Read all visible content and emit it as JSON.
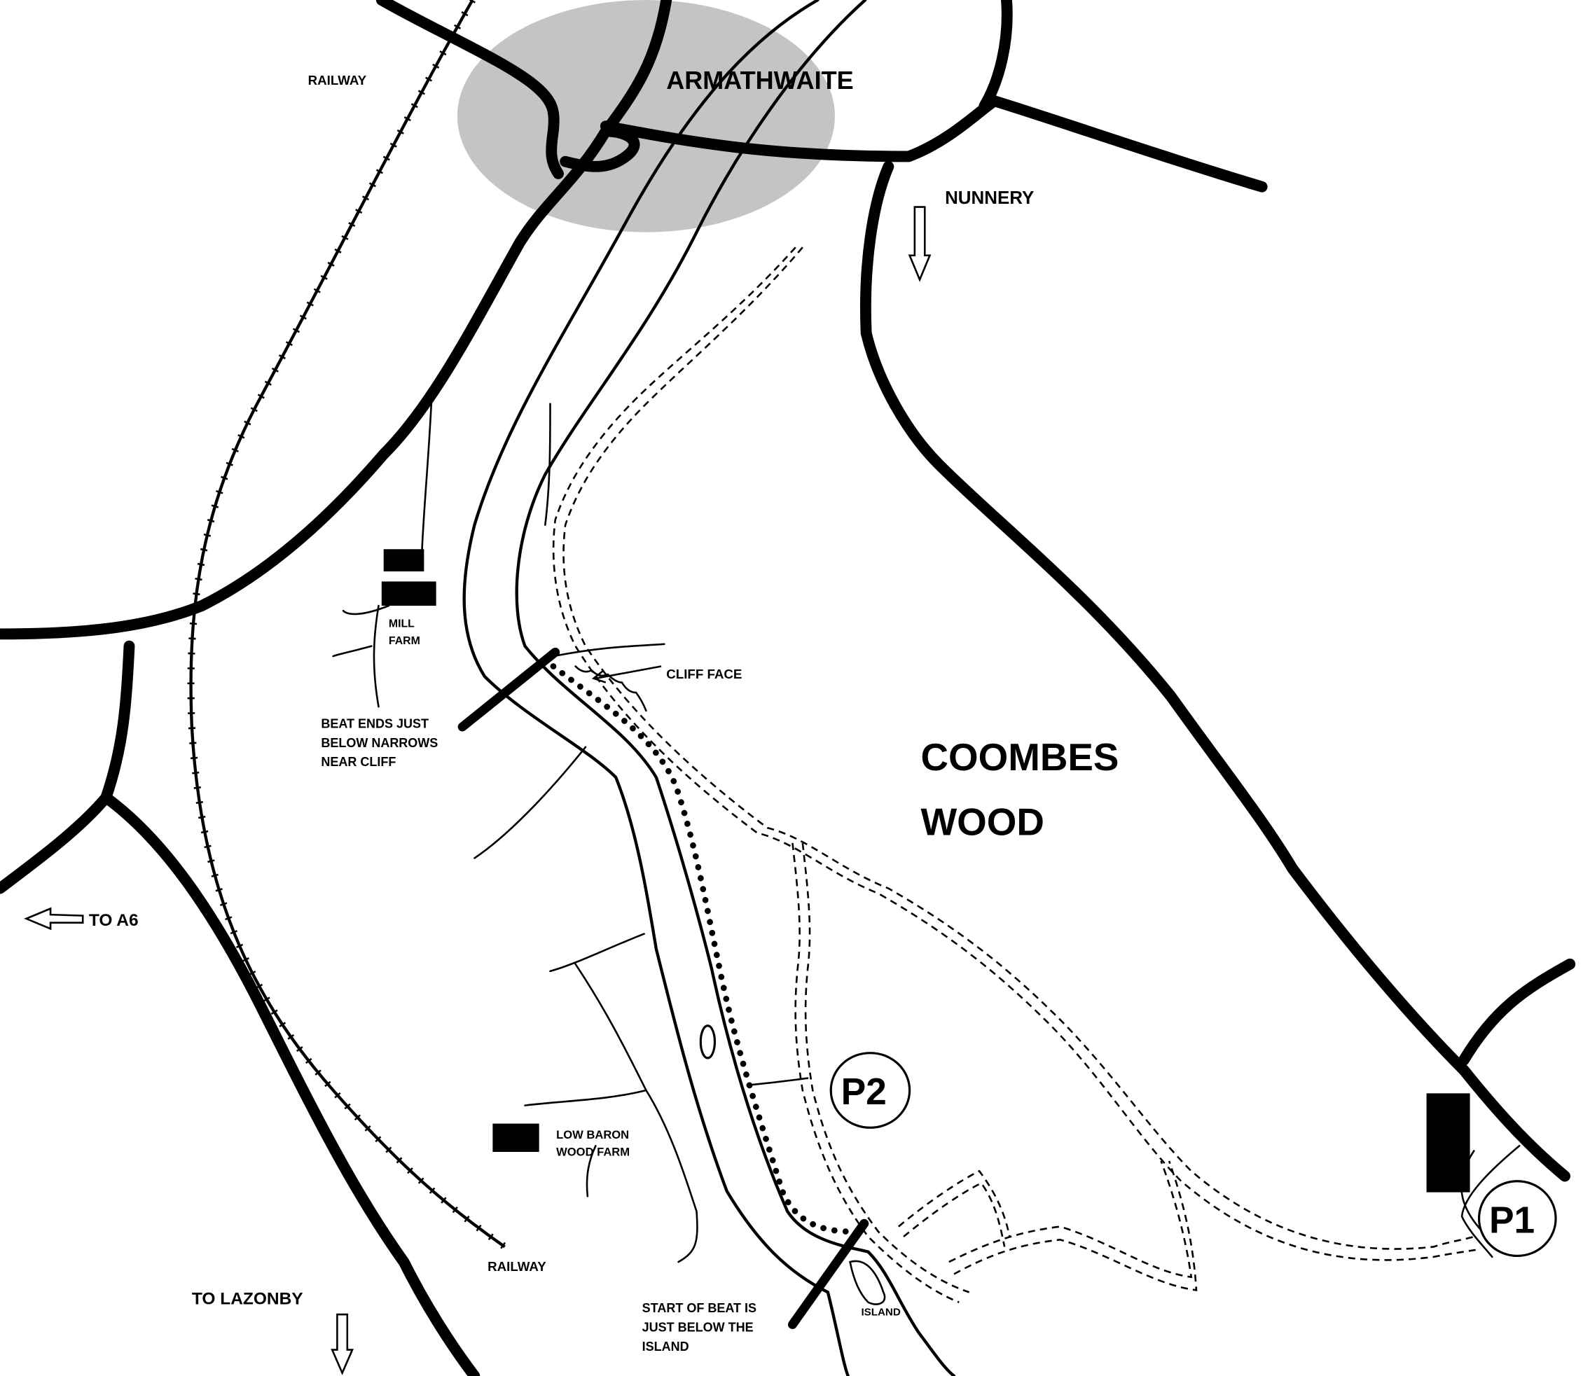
{
  "map": {
    "title": "Armathwaite fishing beat map",
    "colors": {
      "ink": "#000000",
      "background": "#ffffff",
      "village_fill": "#c4c4c4"
    },
    "places": {
      "village": "ARMATHWAITE",
      "wood_line1": "COOMBES",
      "wood_line2": "WOOD",
      "nunnery": "NUNNERY",
      "mill_farm_line1": "MILL",
      "mill_farm_line2": "FARM",
      "low_baron_line1": "LOW BARON",
      "low_baron_line2": "WOOD FARM",
      "island": "ISLAND"
    },
    "features": {
      "railway_top": "RAILWAY",
      "railway_bottom": "RAILWAY",
      "cliff_face": "CLIFF FACE"
    },
    "directions": {
      "to_a6": "TO A6",
      "to_lazonby": "TO LAZONBY"
    },
    "notes": {
      "beat_end_line1": "BEAT ENDS JUST",
      "beat_end_line2": "BELOW NARROWS",
      "beat_end_line3": "NEAR CLIFF",
      "beat_start_line1": "START OF BEAT IS",
      "beat_start_line2": "JUST BELOW THE",
      "beat_start_line3": "ISLAND"
    },
    "parking": {
      "p1": "P1",
      "p2": "P2"
    }
  }
}
